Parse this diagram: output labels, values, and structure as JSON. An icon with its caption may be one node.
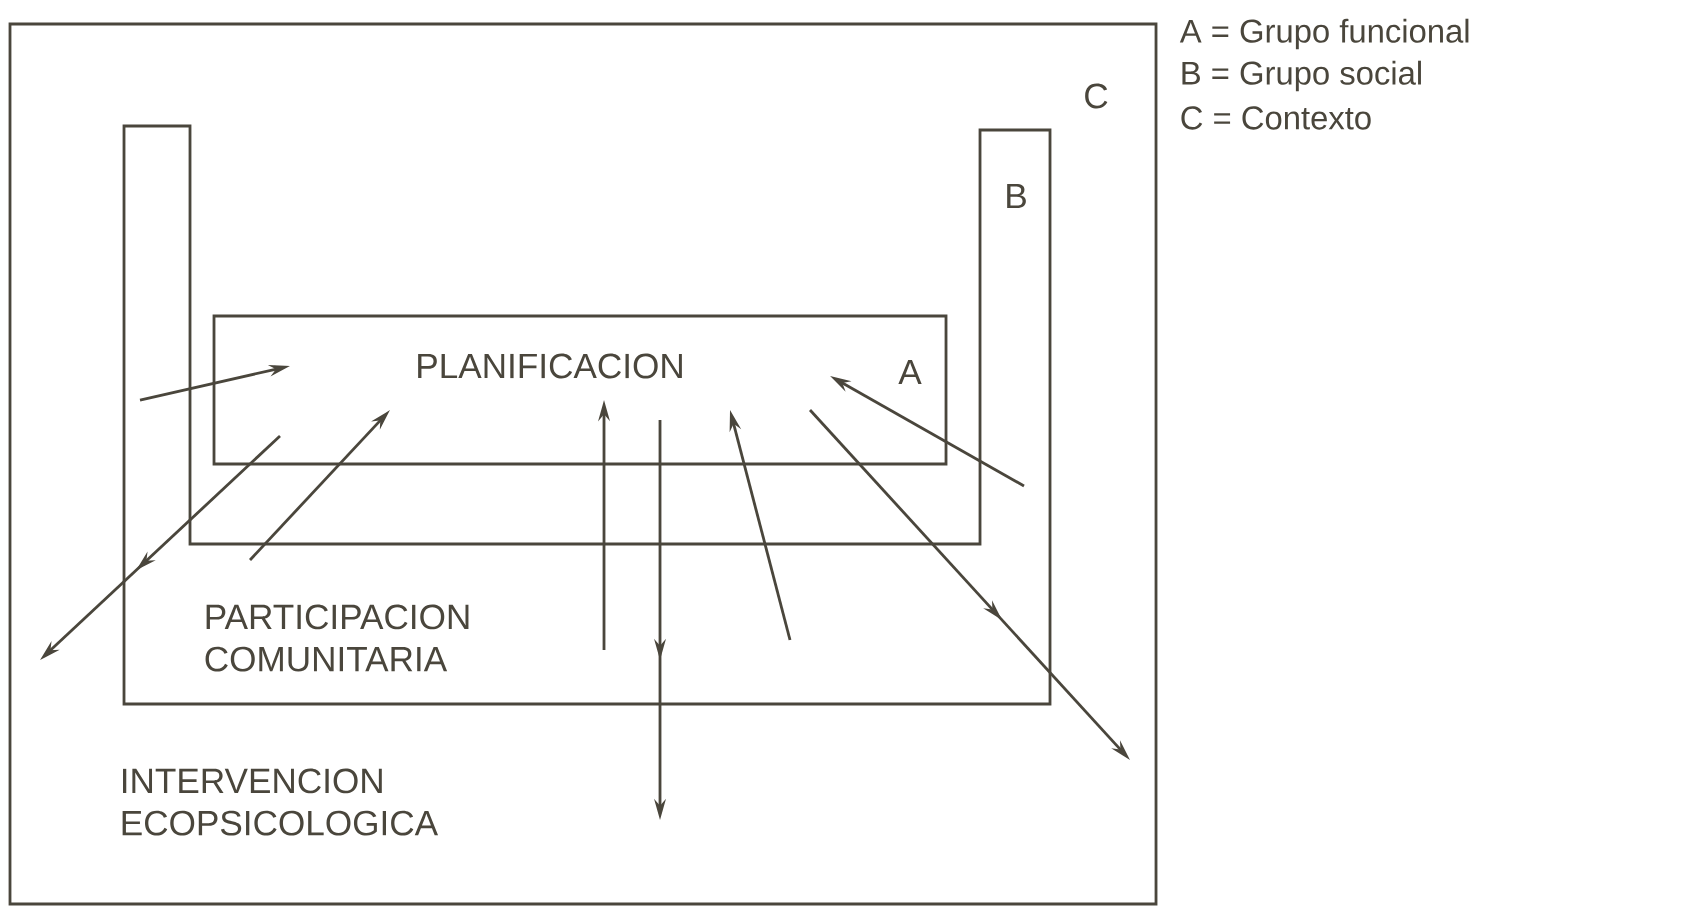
{
  "diagram": {
    "nodes": [
      {
        "text": [
          "C",
          "INTERVENCION ECOPSICOLOGICA"
        ]
      },
      {
        "text": [
          "B",
          "PARTICIPACION COMUNITARIA"
        ],
        "in": 0
      },
      {
        "text": [
          "PLANIFICACION",
          "A"
        ],
        "in": 1
      }
    ],
    "edges": [
      {
        "from": 1,
        "to": 2,
        "arrow": "to"
      },
      {
        "from": 1,
        "to": 2,
        "arrow": "to"
      },
      {
        "from": 1,
        "to": 2,
        "arrow": "to"
      },
      {
        "from": 1,
        "to": 2,
        "arrow": "to"
      },
      {
        "from": 1,
        "to": 2,
        "arrow": "to"
      },
      {
        "from": 2,
        "to": 0,
        "arrow": "to"
      },
      {
        "from": 2,
        "to": 0,
        "arrow": "to"
      },
      {
        "from": 2,
        "to": 0,
        "arrow": "to"
      }
    ],
    "labels": [
      "A = Grupo funcional",
      "B = Grupo social",
      "C = Contexto"
    ]
  }
}
